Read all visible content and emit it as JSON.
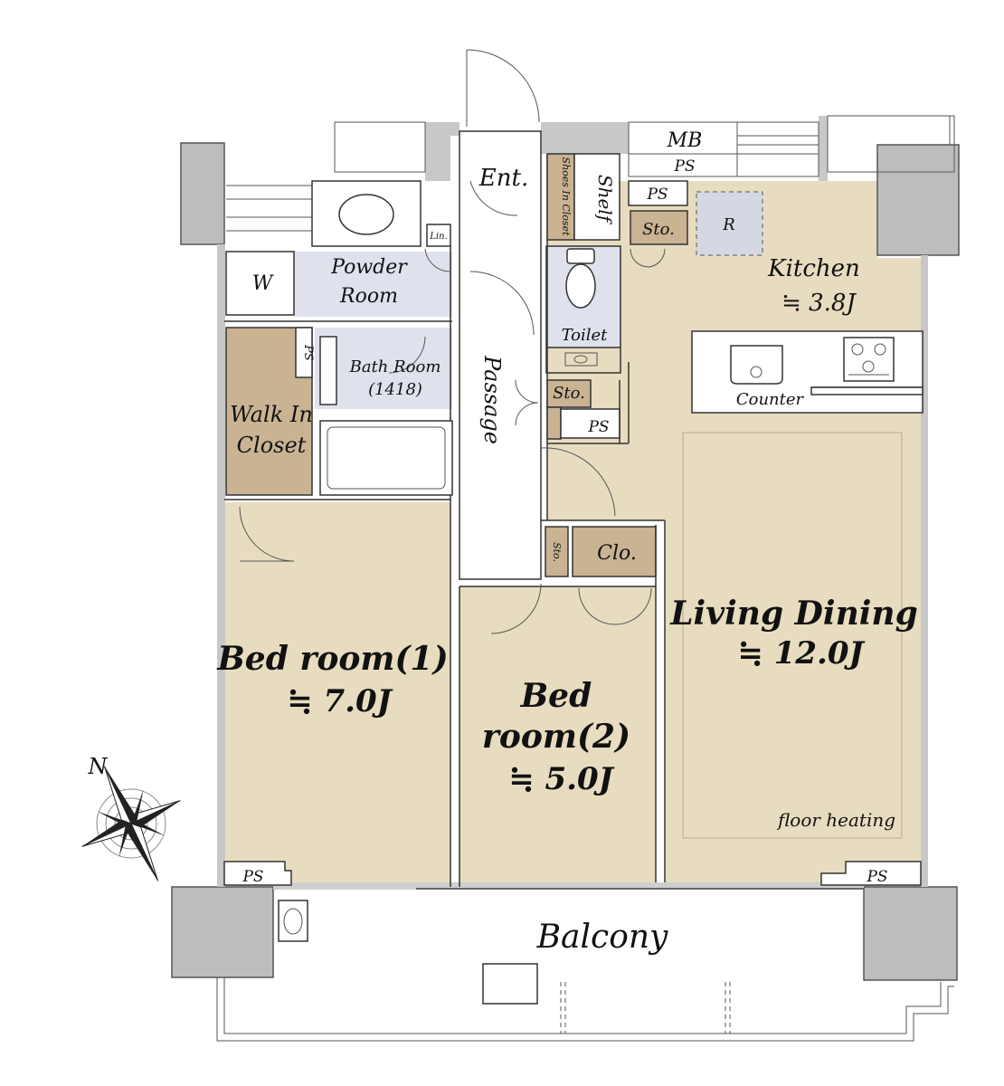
{
  "rooms": {
    "entrance": "Ent.",
    "shoes_closet": "Shoes In Closet",
    "shelf": "Shelf",
    "mb": "MB",
    "ps": "PS",
    "storage": "Sto.",
    "refrigerator": "R",
    "kitchen_name": "Kitchen",
    "kitchen_size": "≒ 3.8J",
    "linen": "Lin.",
    "washer": "W",
    "powder_room_1": "Powder",
    "powder_room_2": "Room",
    "bath_room_1": "Bath Room",
    "bath_room_2": "(1418)",
    "toilet": "Toilet",
    "passage": "Passage",
    "walkin_1": "Walk In",
    "walkin_2": "Closet",
    "counter": "Counter",
    "closet": "Clo.",
    "living_1": "Living Dining",
    "living_2": "≒ 12.0J",
    "bed1_1": "Bed room(1)",
    "bed1_2": "≒ 7.0J",
    "bed2_1": "Bed",
    "bed2_2": "room(2)",
    "bed2_3": "≒ 5.0J",
    "floor_heating": "floor heating",
    "balcony": "Balcony",
    "north": "N"
  },
  "colors": {
    "floor": "#e8dcc0",
    "storage": "#c9b393",
    "wet_area": "#dfe1ed",
    "wall": "#c8c8c8",
    "pillar": "#bdbdbd"
  }
}
